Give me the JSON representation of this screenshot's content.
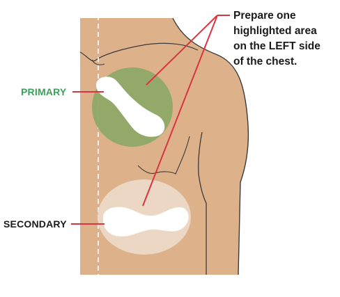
{
  "instruction": {
    "lines": [
      "Prepare one",
      "highlighted area",
      "on the LEFT side",
      "of the chest."
    ]
  },
  "labels": {
    "primary": "PRIMARY",
    "secondary": "SECONDARY"
  },
  "colors": {
    "skin": "#ddb28a",
    "outline": "#3a3a3a",
    "primary_area": "#8da968",
    "secondary_area": "#ecdac8",
    "pad": "#ffffff",
    "leader_line": "#d9343f",
    "primary_text": "#3aa05a",
    "text": "#1a1a1a"
  }
}
